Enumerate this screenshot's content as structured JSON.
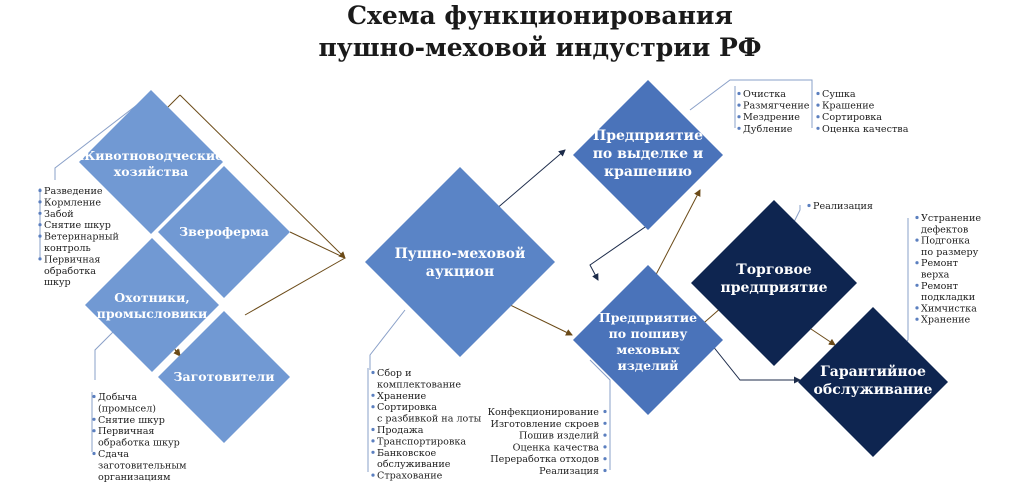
{
  "title": [
    "Схема функционирования",
    "пушно-меховой индустрии РФ"
  ],
  "colors": {
    "light": "#7199d3",
    "mid": "#5a84c6",
    "strong": "#4a73ba",
    "dark": "#0e2550",
    "arrow": "#6b4a17"
  },
  "nodes": {
    "livestock": [
      "Животноводческие",
      "хозяйства"
    ],
    "fur_farm": [
      "Звероферма"
    ],
    "hunters": [
      "Охотники,",
      "промысловики"
    ],
    "procurers": [
      "Заготовители"
    ],
    "auction": [
      "Пушно-меховой",
      "аукцион"
    ],
    "dressing": [
      "Предприятие",
      "по выделке и",
      "крашению"
    ],
    "sewing": [
      "Предприятие",
      "по пошиву",
      "меховых",
      "изделий"
    ],
    "trade": [
      "Торговое",
      "предприятие"
    ],
    "warranty": [
      "Гарантийное",
      "обслуживание"
    ]
  },
  "lists": {
    "livestock": [
      "Разведение",
      "Кормление",
      "Забой",
      "Снятие шкур",
      "Ветеринарный",
      "контроль",
      "Первичная",
      "обработка",
      "шкур"
    ],
    "hunters": [
      "Добыча",
      "(промысел)",
      "Снятие шкур",
      "Первичная",
      "обработка шкур",
      "Сдача",
      "заготовительным",
      "организациям"
    ],
    "auction": [
      "Сбор и",
      "комплектование",
      "Хранение",
      "Сортировка",
      "с разбивкой на лоты",
      "Продажа",
      "Транспортировка",
      "Банковское",
      "обслуживание",
      "Страхование"
    ],
    "sewing": [
      "Конфекционирование",
      "Изготовление скроев",
      "Пошив изделий",
      "Оценка качества",
      "Переработка отходов",
      "Реализация"
    ],
    "dressing_a": [
      "Очистка",
      "Размягчение",
      "Мездрение",
      "Дубление"
    ],
    "dressing_b": [
      "Сушка",
      "Крашение",
      "Сортировка",
      "Оценка качества"
    ],
    "trade": [
      "Реализация"
    ],
    "warranty": [
      "Устранение",
      "дефектов",
      "Подгонка",
      "по размеру",
      "Ремонт",
      "верха",
      "Ремонт",
      "подкладки",
      "Химчистка",
      "Хранение"
    ]
  }
}
